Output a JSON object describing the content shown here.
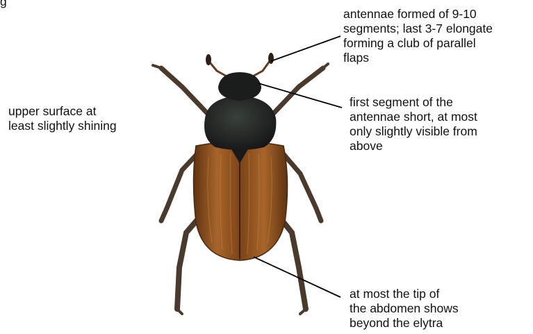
{
  "labels": {
    "partial_top_left": "g",
    "antennae": "antennae formed of 9-10\nsegments; last 3-7 elongate\nforming a club of parallel\nflaps",
    "first_segment": "first segment of the\nantennae short, at most\nonly slightly visible from\nabove",
    "upper_surface": "upper surface at\nleast slightly shining",
    "abdomen_tip": "at most the tip of\nthe abdomen shows\nbeyond the elytra"
  },
  "colors": {
    "elytra": "#9a5a22",
    "elytra_dark": "#5e3210",
    "pronotum": "#1e2220",
    "legs": "#4a3a2c",
    "leader_line": "#000000"
  }
}
